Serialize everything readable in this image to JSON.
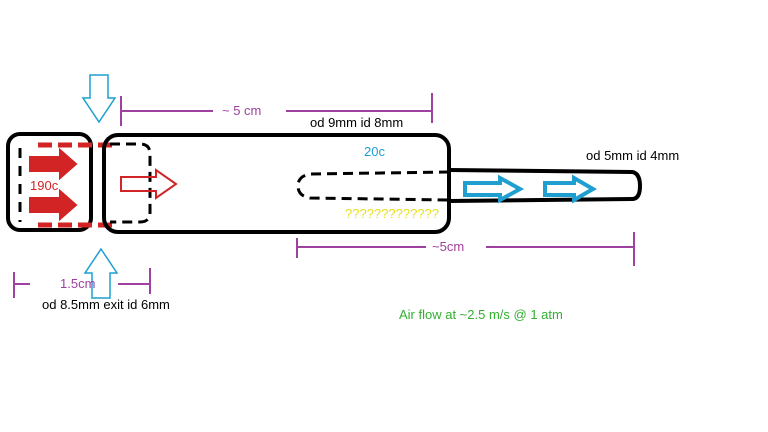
{
  "labels": {
    "hot_temp": "190c",
    "cold_temp": "20c",
    "len_top": "~ 5 cm",
    "tube_dims": "od 9mm id 8mm",
    "outlet_dims": "od 5mm id 4mm",
    "unknown": "?????????????",
    "len_bottom": "~5cm",
    "small_len": "1.5cm",
    "inlet_dims": "od 8.5mm exit id 6mm",
    "airflow": "Air flow at ~2.5 m/s @ 1 atm"
  },
  "colors": {
    "hot": "#d22424",
    "cold": "#1e9fd0",
    "dim": "#a040a0",
    "outline": "#000000",
    "airflow": "#30b030",
    "unknown": "#e8e020",
    "inlet_arrow": "#1e9fd0"
  }
}
